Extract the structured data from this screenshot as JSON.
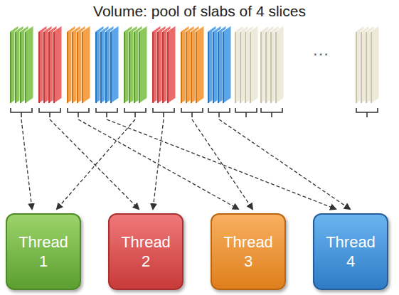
{
  "diagram": {
    "title": "Volume: pool of slabs of 4 slices",
    "nodes": [
      {
        "text": [
          "Thread 1"
        ]
      },
      {
        "text": [
          "Thread 2"
        ]
      },
      {
        "text": [
          "Thread 3"
        ]
      },
      {
        "text": [
          "Thread 4"
        ]
      }
    ],
    "labels": [
      "..."
    ]
  }
}
